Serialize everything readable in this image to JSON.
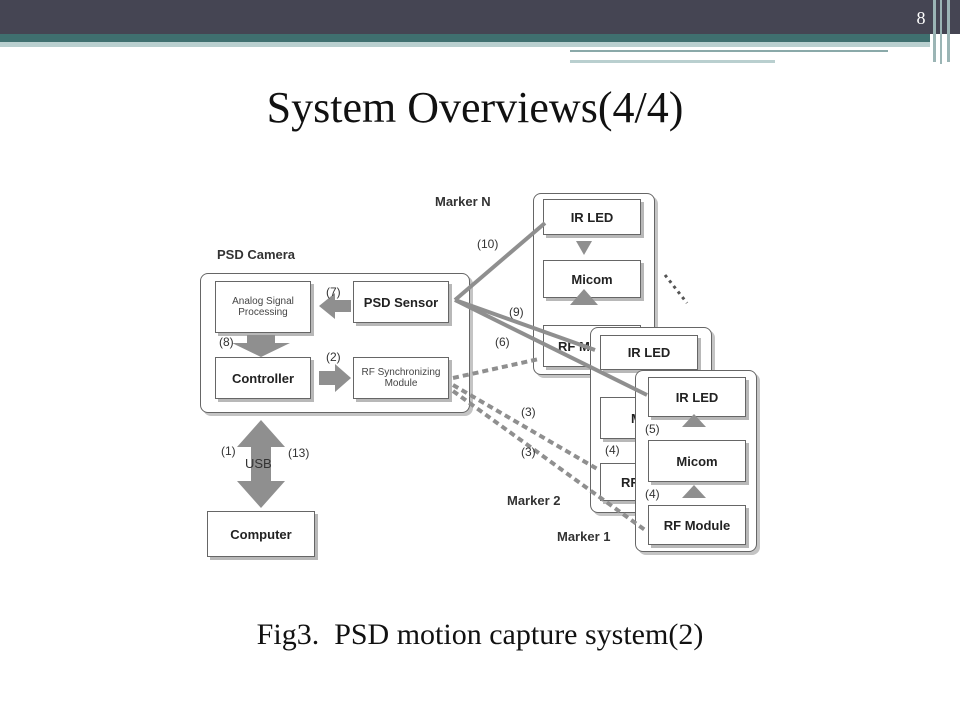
{
  "slide": {
    "number": "8",
    "title": "System Overviews(4/4)",
    "caption": "Fig3. PSD motion capture system(2)"
  },
  "diagram": {
    "camera_label": "PSD Camera",
    "analog_box": "Analog Signal Processing",
    "psd_sensor": "PSD Sensor",
    "controller": "Controller",
    "rf_sync": "RF Synchronizing Module",
    "usb": "USB",
    "computer": "Computer",
    "ir_led": "IR LED",
    "micom": "Micom",
    "rf_module": "RF Module",
    "marker_n_label": "Marker N",
    "marker_2_label": "Marker 2",
    "marker_1_label": "Marker 1",
    "cut_m": "M",
    "cut_rf": "RF",
    "cut_rf_m": "RF M",
    "steps": {
      "s1": "(1)",
      "s2": "(2)",
      "s3a": "(3)",
      "s3b": "(3)",
      "s4a": "(4)",
      "s4b": "(4)",
      "s5": "(5)",
      "s6": "(6)",
      "s7": "(7)",
      "s8": "(8)",
      "s9": "(9)",
      "s10": "(10)",
      "s13": "(13)"
    }
  },
  "colors": {
    "topbar": "#454553",
    "accent": "#3f6f6f",
    "arrow": "#8f8f8f"
  }
}
